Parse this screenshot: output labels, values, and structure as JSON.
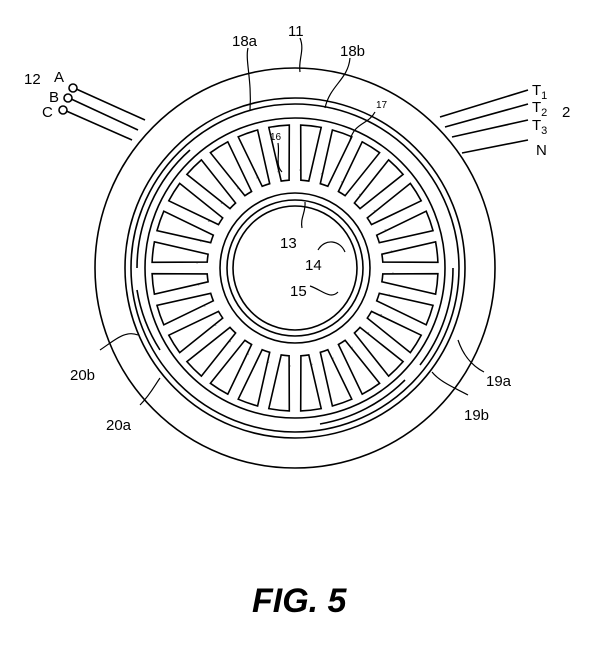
{
  "figure": {
    "caption": "FIG. 5",
    "labels": {
      "l11": "11",
      "l18a": "18a",
      "l18b": "18b",
      "l17": "17",
      "l16": "16",
      "l13": "13",
      "l14": "14",
      "l15": "15",
      "l12": "12",
      "lA": "A",
      "lB": "B",
      "lC": "C",
      "lT1": "T",
      "lT1sub": "1",
      "lT2": "T",
      "lT2sub": "2",
      "lT3": "T",
      "lT3sub": "3",
      "l2": "2",
      "lN": "N",
      "l20b": "20b",
      "l20a": "20a",
      "l19a": "19a",
      "l19b": "19b"
    },
    "slot_count": 28
  }
}
